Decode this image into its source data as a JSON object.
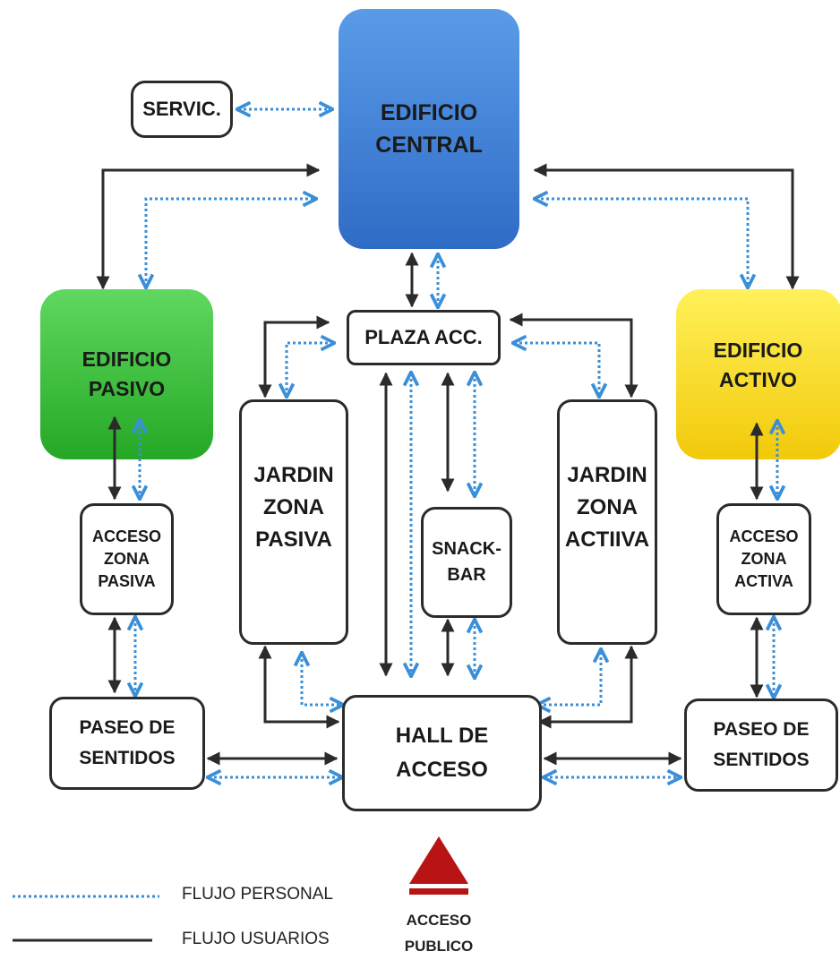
{
  "nodes": {
    "servic": {
      "label": "SERVIC."
    },
    "central": {
      "lines": [
        "EDIFICIO",
        "CENTRAL"
      ],
      "color": "#3f7fd4"
    },
    "pasivo": {
      "lines": [
        "EDIFICIO",
        "PASIVO"
      ],
      "color": "#3ec43e"
    },
    "activo": {
      "lines": [
        "EDIFICIO",
        "ACTIVO"
      ],
      "color": "#f7dd1a"
    },
    "plaza": {
      "label": "PLAZA ACC."
    },
    "jardin_pasiva": {
      "lines": [
        "JARDIN",
        "ZONA",
        "PASIVA"
      ]
    },
    "jardin_activa": {
      "lines": [
        "JARDIN",
        "ZONA",
        "ACTIIVA"
      ]
    },
    "snack": {
      "lines": [
        "SNACK-",
        "BAR"
      ]
    },
    "acceso_pasiva": {
      "lines": [
        "ACCESO",
        "ZONA",
        "PASIVA"
      ]
    },
    "acceso_activa": {
      "lines": [
        "ACCESO",
        "ZONA",
        "ACTIVA"
      ]
    },
    "paseo_left": {
      "lines": [
        "PASEO DE",
        "SENTIDOS"
      ]
    },
    "paseo_right": {
      "lines": [
        "PASEO DE",
        "SENTIDOS"
      ]
    },
    "hall": {
      "lines": [
        "HALL DE",
        "ACCESO"
      ]
    }
  },
  "legend": {
    "personal": "FLUJO PERSONAL",
    "usuarios": "FLUJO USUARIOS"
  },
  "entrance": {
    "lines": [
      "ACCESO",
      "PUBLICO"
    ],
    "color": "#b81414"
  },
  "colors": {
    "user_flow": "#2b2b2b",
    "staff_flow": "#3a8fd8"
  }
}
